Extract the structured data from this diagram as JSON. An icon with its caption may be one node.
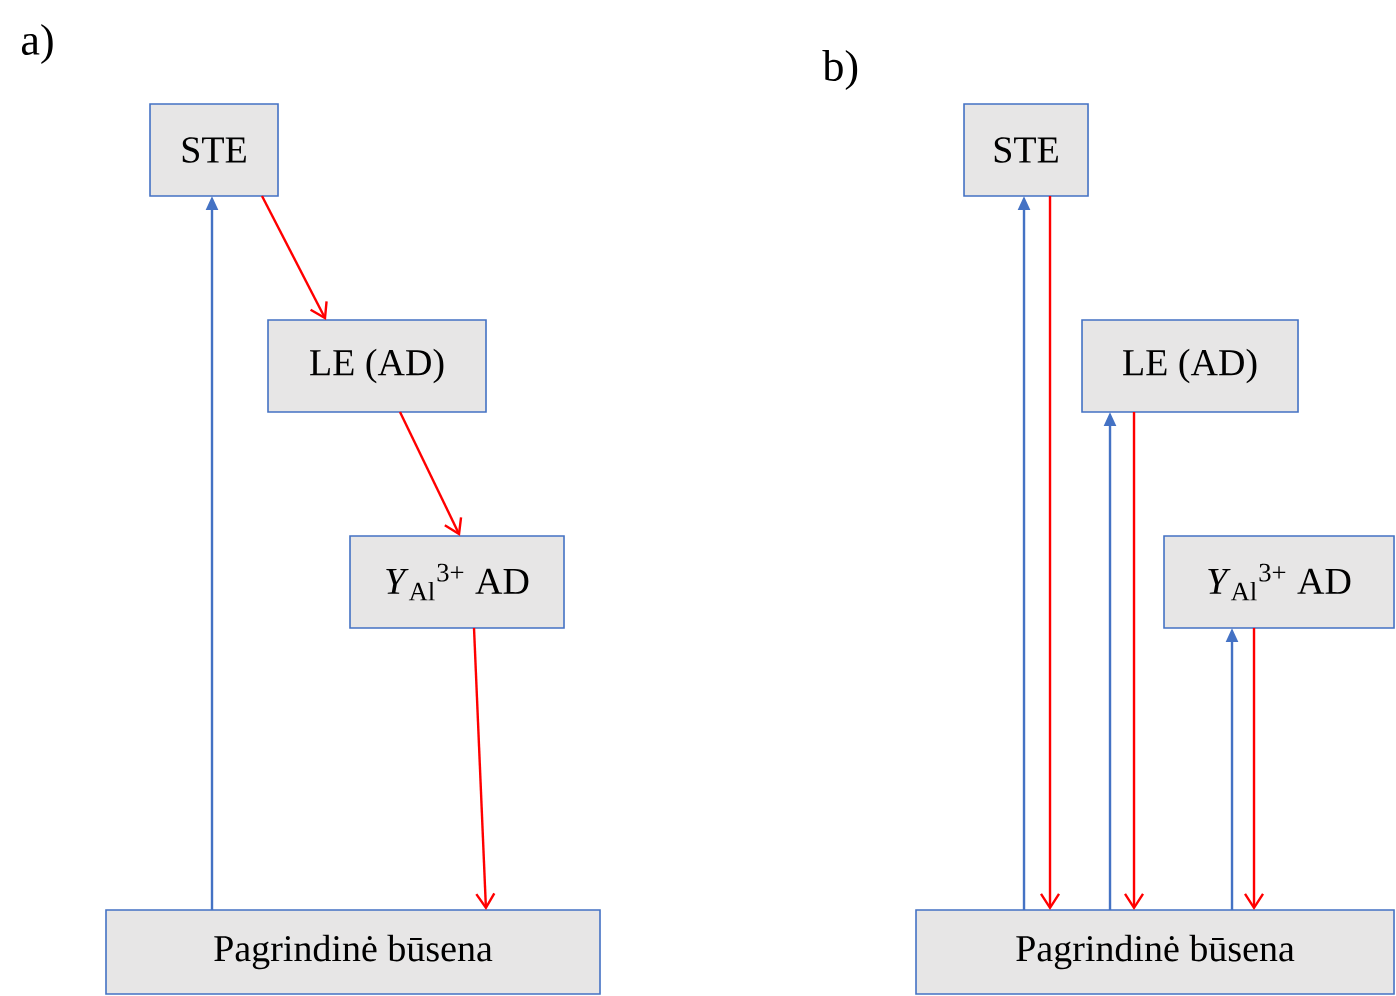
{
  "diagram": {
    "nodes": [
      {
        "text": [
          "STE"
        ]
      },
      {
        "text": [
          "LE (AD)"
        ]
      },
      {
        "text": [
          "*Y*$_{Al}$$^{3+}$ AD"
        ]
      },
      {
        "text": [
          "Pagrindinė būsena"
        ]
      },
      {
        "text": [
          "STE"
        ]
      },
      {
        "text": [
          "LE (AD)"
        ]
      },
      {
        "text": [
          "*Y*$_{Al}$$^{3+}$ AD"
        ]
      },
      {
        "text": [
          "Pagrindinė būsena"
        ]
      }
    ],
    "edges": [
      {
        "from": 0,
        "to": 1,
        "arrow": "to"
      },
      {
        "from": 1,
        "to": 2,
        "arrow": "to"
      },
      {
        "from": 2,
        "to": 3,
        "arrow": "to"
      },
      {
        "from": 3,
        "to": 0,
        "arrow": "to",
        "color": "#4472c4"
      },
      {
        "from": 7,
        "to": 4,
        "arrow": "to",
        "color": "#4472c4"
      },
      {
        "from": 4,
        "to": 7,
        "arrow": "to"
      },
      {
        "from": 7,
        "to": 5,
        "arrow": "to",
        "color": "#4472c4"
      },
      {
        "from": 5,
        "to": 7,
        "arrow": "to"
      },
      {
        "from": 7,
        "to": 6,
        "arrow": "to",
        "color": "#4472c4"
      },
      {
        "from": 6,
        "to": 7,
        "arrow": "to"
      }
    ],
    "labels": [
      "a)",
      "b)"
    ]
  }
}
